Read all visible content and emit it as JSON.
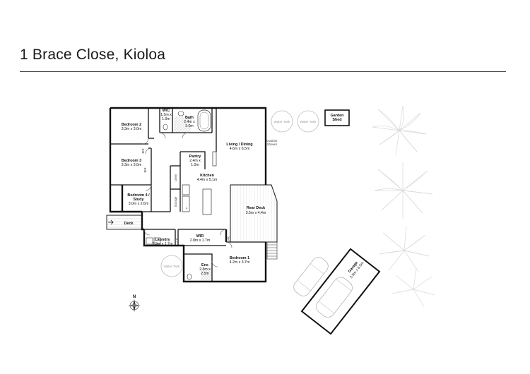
{
  "header": {
    "title": "1 Brace Close, Kioloa"
  },
  "compass": {
    "label": "N"
  },
  "rooms": {
    "bedroom2": {
      "name": "Bedroom 2",
      "size": "3.3m x 3.0m"
    },
    "wc": {
      "name": "W/C",
      "size_a": "1.5m x",
      "size_b": "1.9m"
    },
    "bath": {
      "name": "Bath",
      "size_a": "2.4m x",
      "size_b": "3.0m"
    },
    "bedroom3": {
      "name": "Bedroom 3",
      "size": "3.3m x 3.0m"
    },
    "bedroom4": {
      "name_a": "Bedroom 4 /",
      "name_b": "Study",
      "size": "3.0m x 2.6m"
    },
    "pantry": {
      "name": "Pantry",
      "size_a": "2.4m x",
      "size_b": "1.0m"
    },
    "kitchen": {
      "name": "Kitchen",
      "size": "4.4m x 5.1m"
    },
    "living": {
      "name": "Living / Dining",
      "size": "4.6m x 6.5m"
    },
    "rear_deck": {
      "name": "Rear Deck",
      "size": "3.5m x 4.4m"
    },
    "deck": {
      "name": "Deck"
    },
    "laundry": {
      "name": "Laundry",
      "size": "2.9m x 1.7m"
    },
    "wir": {
      "name": "WIR",
      "size": "2.8m x 1.7m"
    },
    "ens": {
      "name": "Ens",
      "size_a": "2.3m x",
      "size_b": "2.5m"
    },
    "bedroom1": {
      "name": "Bedroom 1",
      "size": "4.2m x 3.7m"
    },
    "garage": {
      "name": "Garage",
      "size": "3.5m x 6.5m"
    },
    "garden_shed": {
      "name_a": "Garden",
      "name_b": "Shed"
    }
  },
  "fixtures": {
    "bir_1": "BIR",
    "bir_2": "BIR",
    "linen": "Linen",
    "storage": "Storage",
    "l_cupboard": "L",
    "fr": "FR",
    "ln": "LN",
    "outdoor_shower_a": "Outdoor",
    "outdoor_shower_b": "Shower"
  },
  "tanks": {
    "tank1": "Water Tank",
    "tank2": "Water Tank",
    "tank3": "Water Tank"
  },
  "colors": {
    "wall": "#111111",
    "line": "#555555",
    "rule": "#444444",
    "tank": "#bbbbbb"
  }
}
